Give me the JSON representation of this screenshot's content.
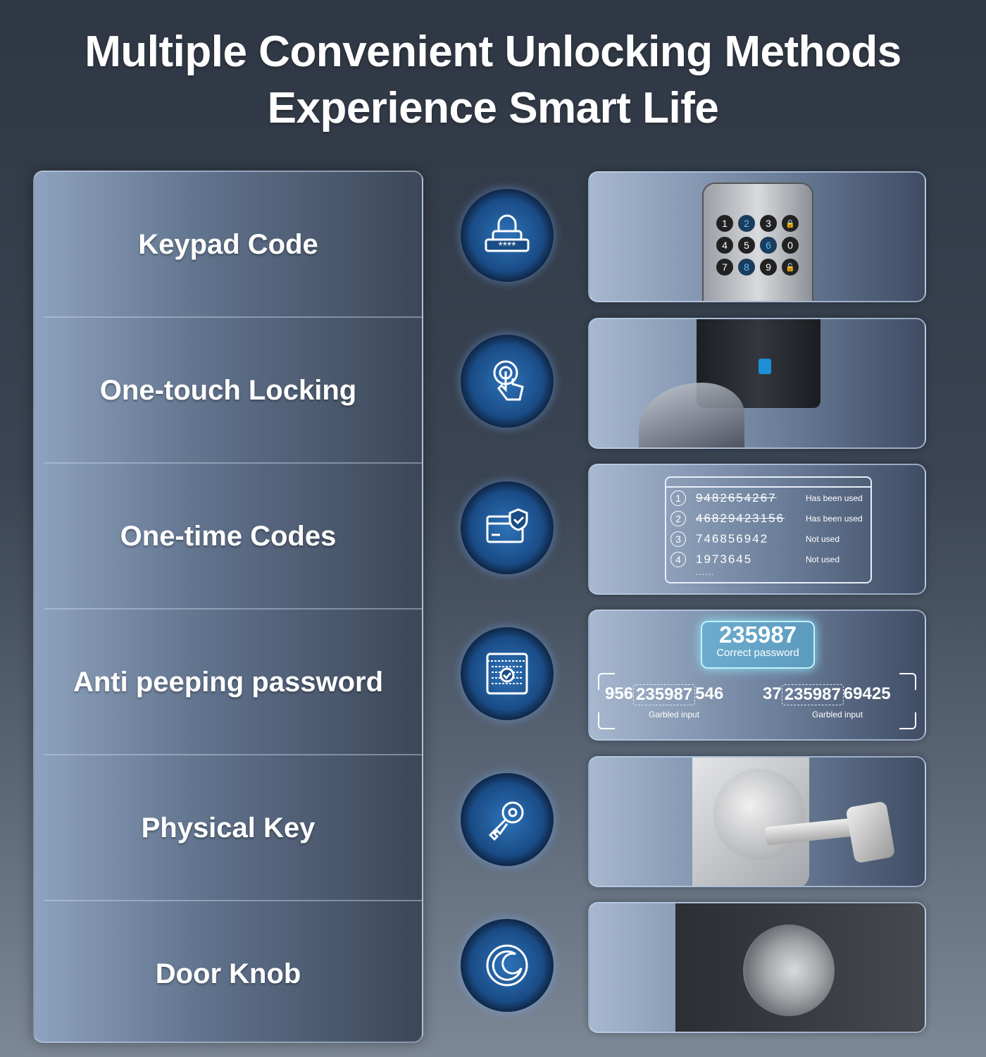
{
  "title": {
    "line1": "Multiple Convenient Unlocking Methods",
    "line2": "Experience Smart Life"
  },
  "methods": [
    {
      "label": "Keypad Code",
      "icon": "keypad-lock-icon"
    },
    {
      "label": "One-touch Locking",
      "icon": "touch-hand-icon"
    },
    {
      "label": "One-time Codes",
      "icon": "card-shield-icon"
    },
    {
      "label": "Anti peeping password",
      "icon": "screen-check-icon"
    },
    {
      "label": "Physical Key",
      "icon": "key-icon"
    },
    {
      "label": "Door Knob",
      "icon": "knob-icon"
    }
  ],
  "keypad": {
    "keys": [
      "1",
      "2",
      "3",
      "🔒",
      "4",
      "5",
      "6",
      "0",
      "7",
      "8",
      "9",
      "🔓"
    ]
  },
  "one_time_codes": [
    {
      "n": "1",
      "code": "9482654267",
      "status": "Has been used"
    },
    {
      "n": "2",
      "code": "46829423156",
      "status": "Has been used"
    },
    {
      "n": "3",
      "code": "746856942",
      "status": "Not used"
    },
    {
      "n": "4",
      "code": "1973645",
      "status": "Not used"
    }
  ],
  "one_time_more": "......",
  "anti_peeping": {
    "correct": "235987",
    "correct_label": "Correct password",
    "left": {
      "pre": "956",
      "mid": "235987",
      "post": "546",
      "label": "Garbled input"
    },
    "right": {
      "pre": "37",
      "mid": "235987",
      "post": "69425",
      "label": "Garbled input"
    }
  }
}
